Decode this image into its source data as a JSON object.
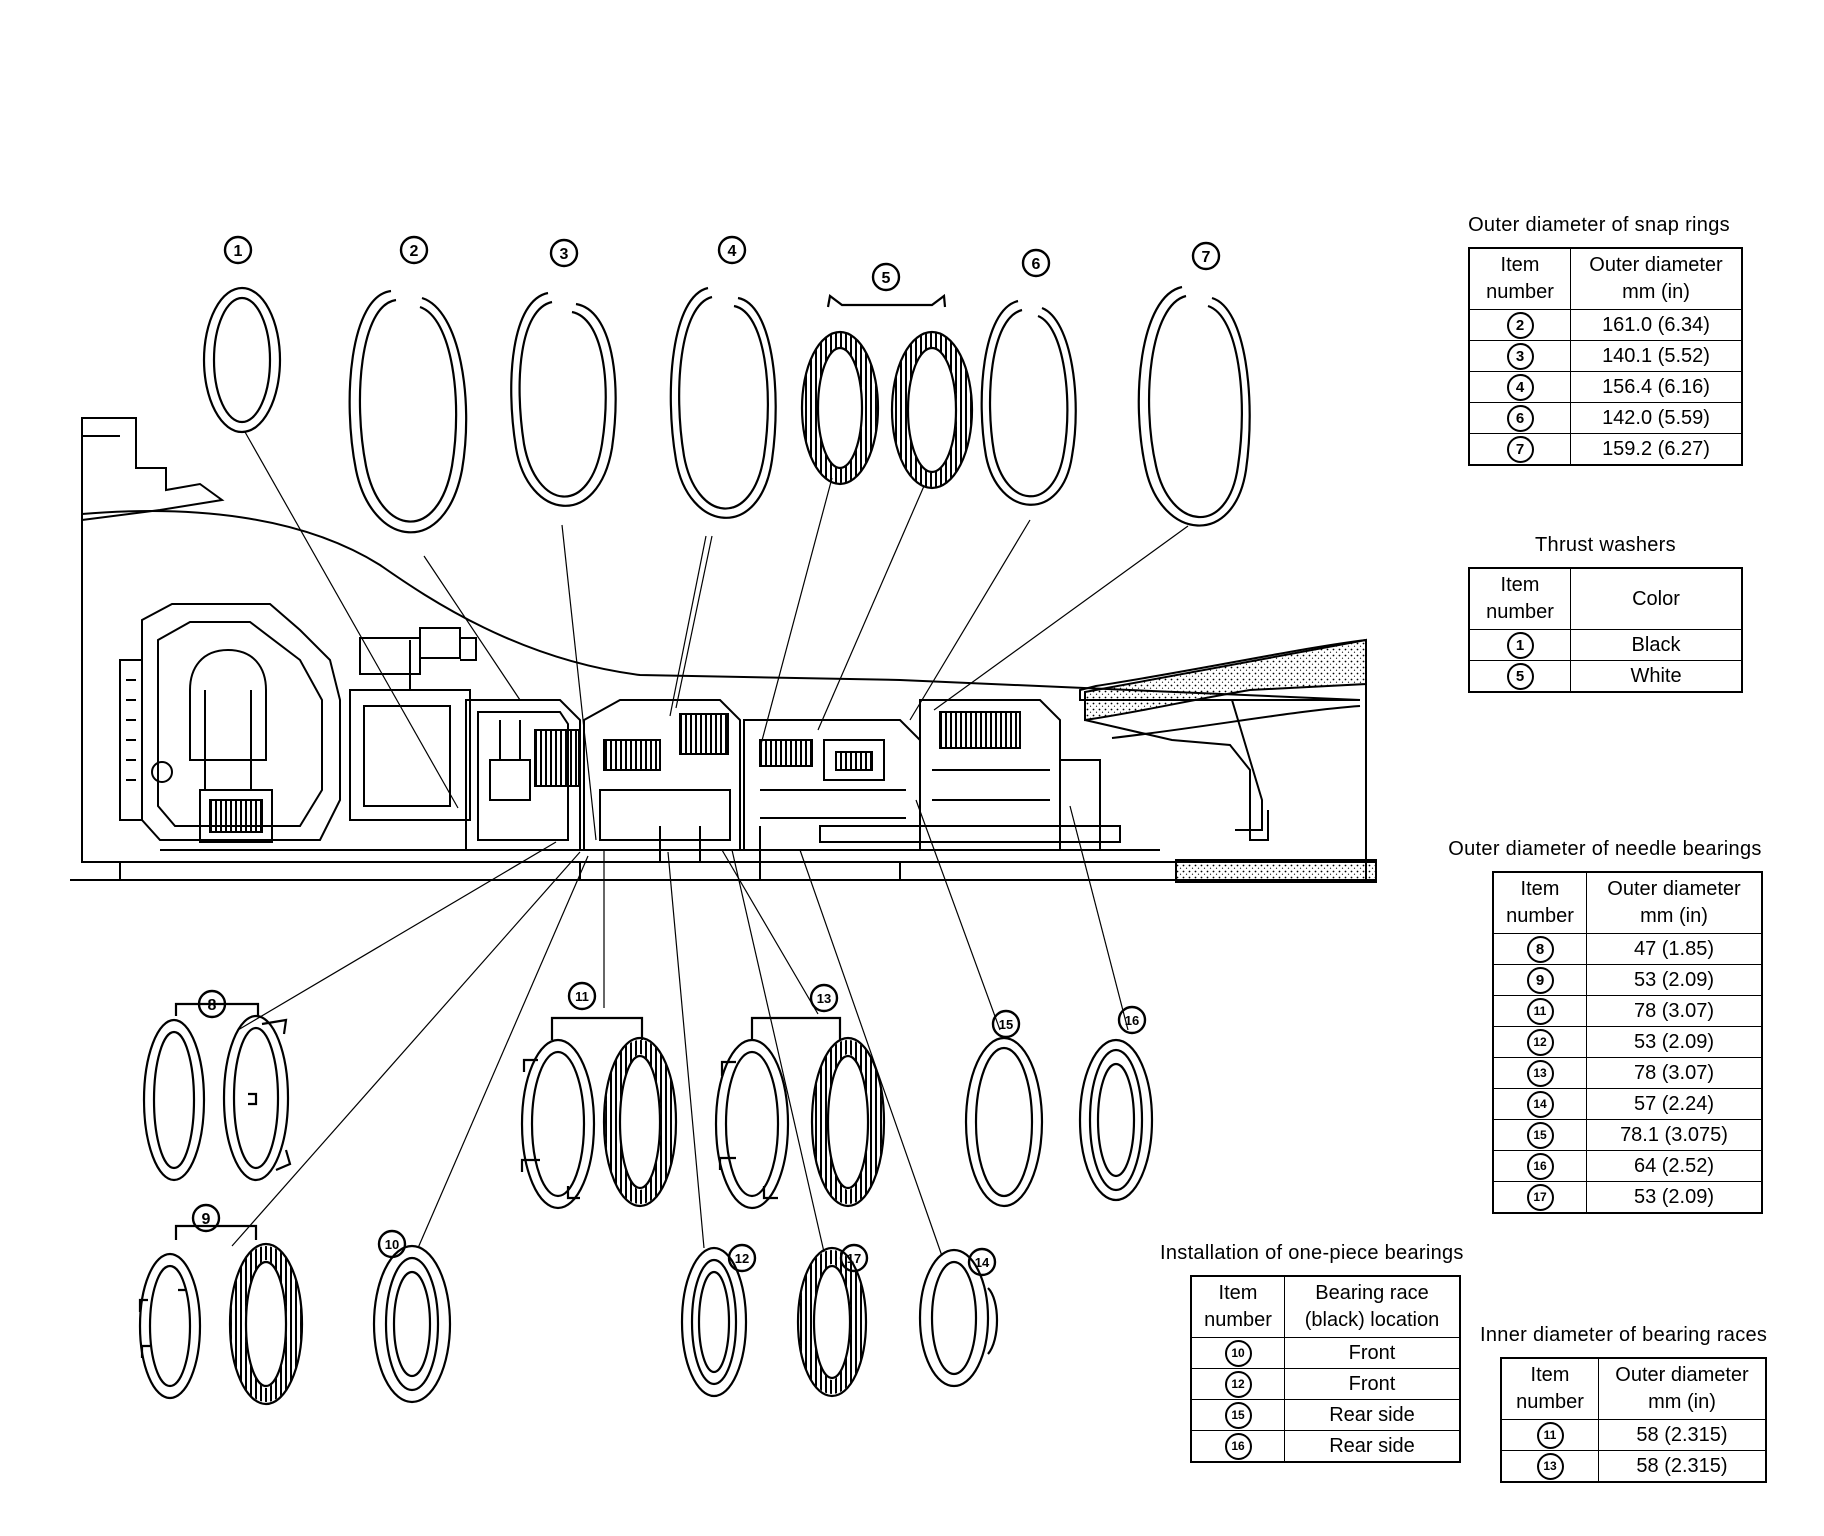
{
  "callouts": [
    "1",
    "2",
    "3",
    "4",
    "5",
    "6",
    "7",
    "8",
    "9",
    "10",
    "11",
    "12",
    "13",
    "14",
    "15",
    "16",
    "17"
  ],
  "tables": {
    "snap_rings": {
      "caption": "Outer diameter of snap rings",
      "headers": [
        "Item number",
        "Outer diameter mm (in)"
      ],
      "rows": [
        [
          "2",
          "161.0 (6.34)"
        ],
        [
          "3",
          "140.1 (5.52)"
        ],
        [
          "4",
          "156.4 (6.16)"
        ],
        [
          "6",
          "142.0 (5.59)"
        ],
        [
          "7",
          "159.2 (6.27)"
        ]
      ]
    },
    "thrust_washers": {
      "caption": "Thrust washers",
      "headers": [
        "Item number",
        "Color"
      ],
      "rows": [
        [
          "1",
          "Black"
        ],
        [
          "5",
          "White"
        ]
      ]
    },
    "needle_bearings": {
      "caption": "Outer diameter of needle bearings",
      "headers": [
        "Item number",
        "Outer diameter mm (in)"
      ],
      "rows": [
        [
          "8",
          "47 (1.85)"
        ],
        [
          "9",
          "53 (2.09)"
        ],
        [
          "11",
          "78 (3.07)"
        ],
        [
          "12",
          "53 (2.09)"
        ],
        [
          "13",
          "78 (3.07)"
        ],
        [
          "14",
          "57 (2.24)"
        ],
        [
          "15",
          "78.1 (3.075)"
        ],
        [
          "16",
          "64 (2.52)"
        ],
        [
          "17",
          "53 (2.09)"
        ]
      ]
    },
    "one_piece_bearings": {
      "caption": "Installation of one-piece bearings",
      "headers": [
        "Item number",
        "Bearing race (black) location"
      ],
      "rows": [
        [
          "10",
          "Front"
        ],
        [
          "12",
          "Front"
        ],
        [
          "15",
          "Rear side"
        ],
        [
          "16",
          "Rear side"
        ]
      ]
    },
    "bearing_races": {
      "caption": "Inner diameter of bearing races",
      "headers": [
        "Item number",
        "Outer diameter mm (in)"
      ],
      "rows": [
        [
          "11",
          "58 (2.315)"
        ],
        [
          "13",
          "58 (2.315)"
        ]
      ]
    }
  }
}
